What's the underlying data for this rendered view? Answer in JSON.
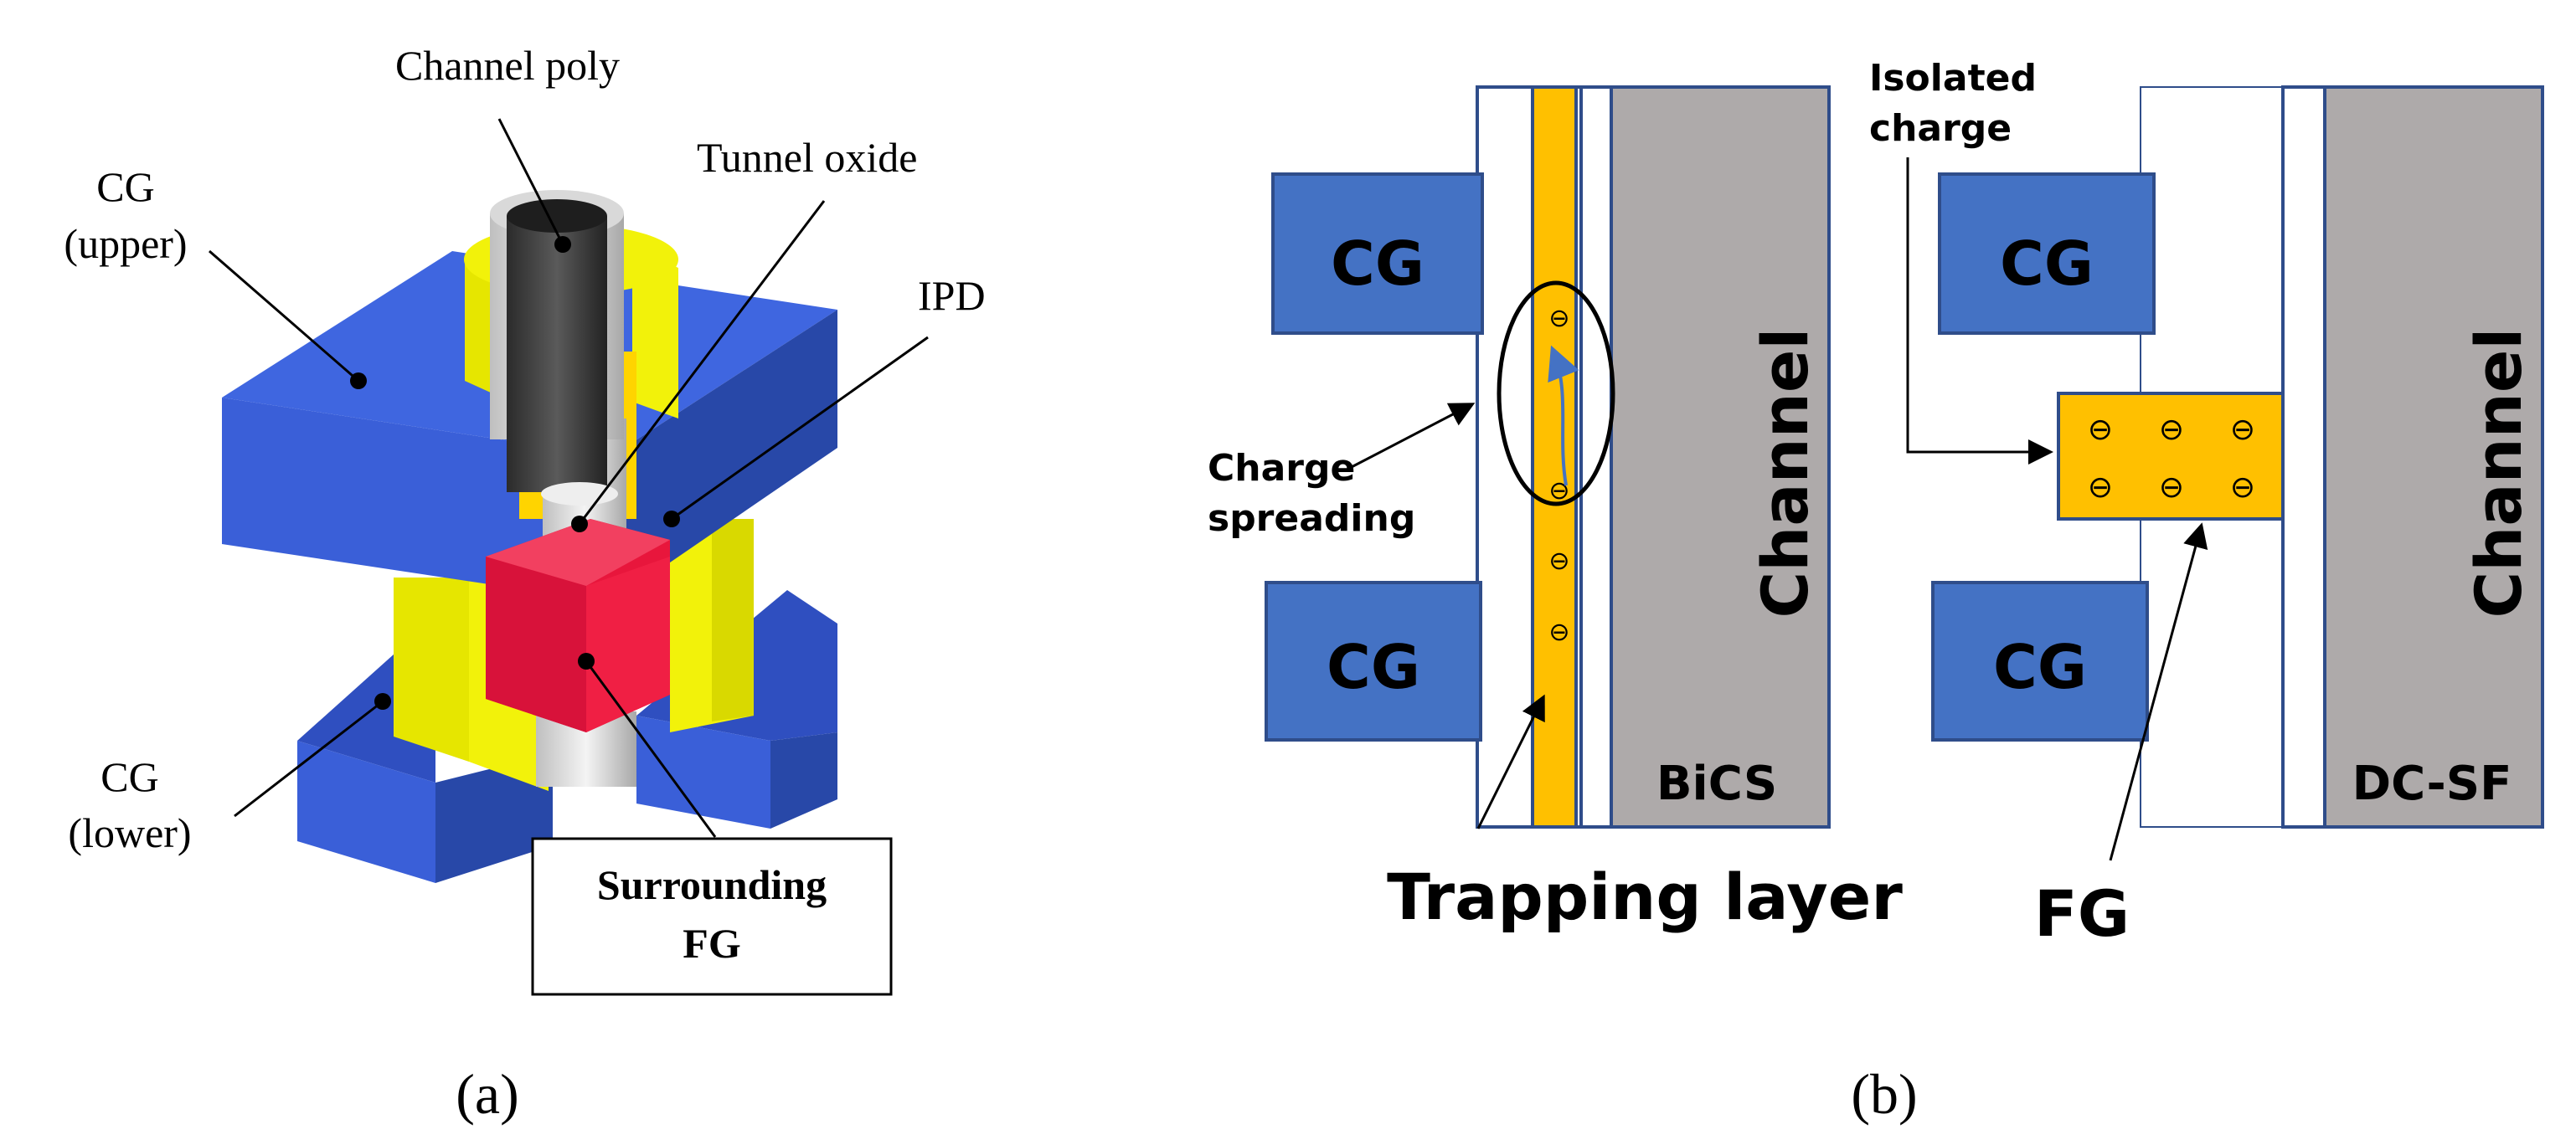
{
  "panel_a": {
    "label": "(a)",
    "callouts": {
      "channel_poly": "Channel poly",
      "tunnel_oxide": "Tunnel oxide",
      "ipd": "IPD",
      "cg_upper_line1": "CG",
      "cg_upper_line2": "(upper)",
      "cg_lower_line1": "CG",
      "cg_lower_line2": "(lower)",
      "fg_box_line1": "Surrounding",
      "fg_box_line2": "FG"
    }
  },
  "panel_b": {
    "label": "(b)",
    "bics": {
      "cg_top": "CG",
      "cg_bottom": "CG",
      "channel": "Channel",
      "name": "BiCS",
      "charge_spreading_line1": "Charge",
      "charge_spreading_line2": "spreading",
      "trapping_layer": "Trapping layer",
      "charge_symbol": "⊖"
    },
    "dcsf": {
      "cg_top": "CG",
      "cg_bottom": "CG",
      "channel": "Channel",
      "name": "DC-SF",
      "isolated_charge_line1": "Isolated",
      "isolated_charge_line2": "charge",
      "fg": "FG",
      "charge_symbol": "⊖"
    }
  },
  "colors": {
    "cg_blue": "#4472C4",
    "cg_3d_blue": "#3A5FD8",
    "trap_orange": "#FFC000",
    "channel_gray": "#AEAAAA",
    "ipd_yellow": "#F2F20A",
    "fg_red": "#E8163C",
    "outline_blue": "#2F4D8A"
  }
}
